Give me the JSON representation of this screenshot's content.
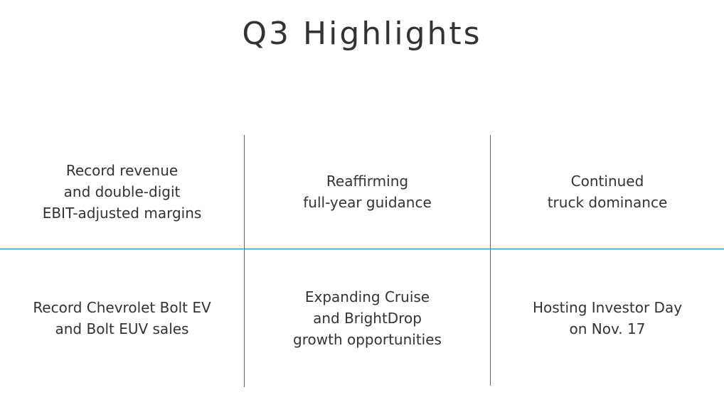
{
  "slide": {
    "title": "Q3 Highlights",
    "accent_color": "#1f78b8"
  },
  "highlights": [
    {
      "text": "Record revenue\nand double-digit\nEBIT-adjusted margins"
    },
    {
      "text": "Reaffirming\nfull-year guidance"
    },
    {
      "text": "Continued\ntruck dominance"
    },
    {
      "text": "Record Chevrolet Bolt EV\nand Bolt EUV sales"
    },
    {
      "text": "Expanding Cruise\nand BrightDrop\ngrowth opportunities"
    },
    {
      "text": "Hosting Investor Day\non Nov. 17"
    }
  ]
}
